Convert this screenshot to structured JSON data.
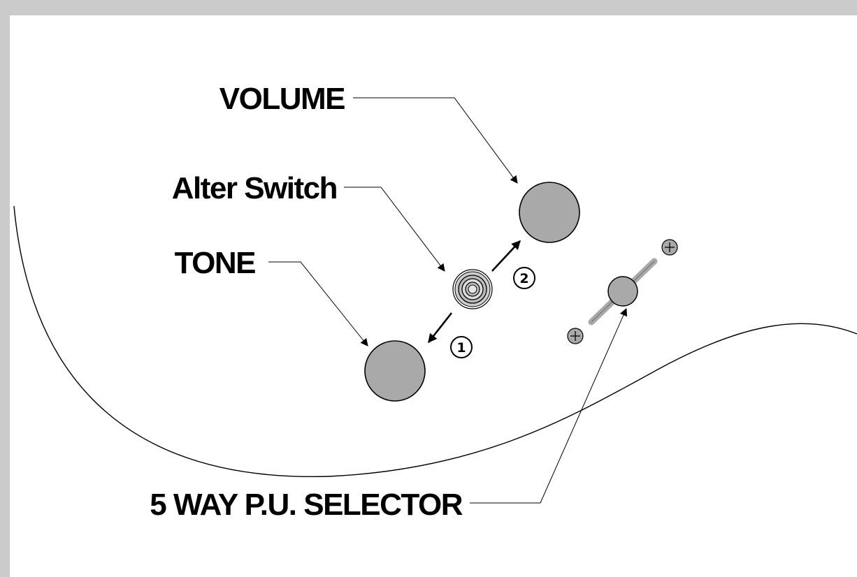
{
  "labels": {
    "volume": "VOLUME",
    "alter_switch": "Alter Switch",
    "tone": "TONE",
    "pu_selector": "5 WAY P.U. SELECTOR"
  },
  "steps": {
    "first": "1",
    "second": "2"
  },
  "colors": {
    "frame": "#cbcbcb",
    "knob_fill": "#a9a9a9",
    "line": "#000000"
  }
}
